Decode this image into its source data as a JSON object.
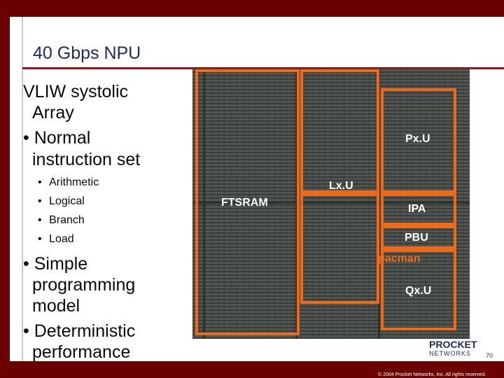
{
  "slide": {
    "title": "40 Gbps NPU",
    "bullets": {
      "vliw_line1": "VLIW systolic",
      "vliw_line2": "Array",
      "normal_line1": "Normal",
      "normal_line2": "instruction set",
      "simple_line1": "Simple",
      "simple_line2": "programming",
      "simple_line3": "model",
      "det_line1": "Deterministic",
      "det_line2": "performance"
    },
    "sub_bullets": [
      "Arithmetic",
      "Logical",
      "Branch",
      "Load"
    ],
    "bullet_glyph": "•"
  },
  "chip": {
    "labels": {
      "ftsram": "FTSRAM",
      "lxu": "Lx.U",
      "pxu": "Px.U",
      "ipa": "IPA",
      "pbu": "PBU",
      "pacman": "pacman",
      "qxu": "Qx.U"
    },
    "outline_color": "#f06a16"
  },
  "footer": {
    "logo_top": "PROCKET",
    "logo_bottom": "NETWORKS",
    "copyright": "© 2004 Procket Networks, Inc. All rights reserved.",
    "page_number": "70"
  }
}
